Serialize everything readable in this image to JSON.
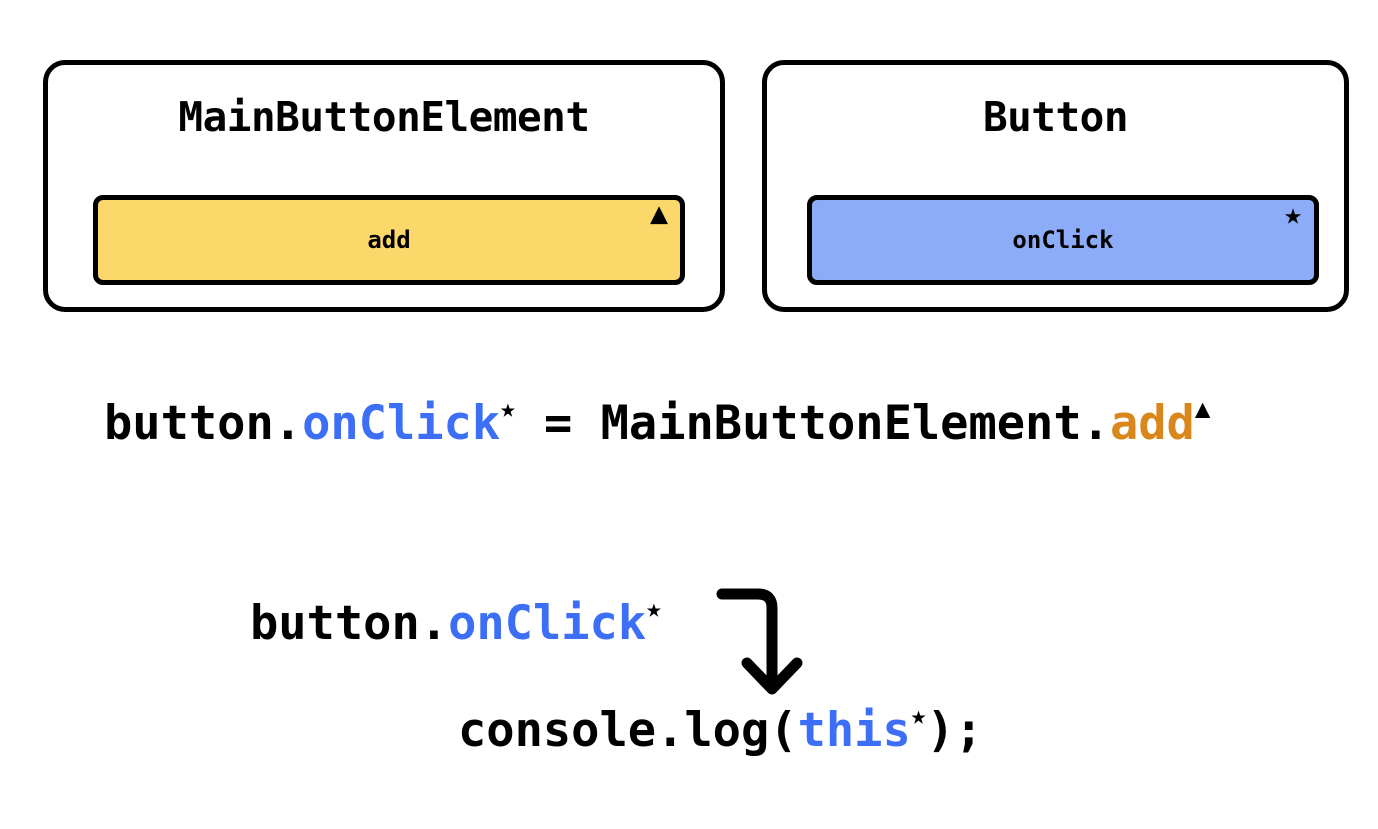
{
  "diagram": {
    "title": "this-binding assignment illustration",
    "colors": {
      "yellow_member": "#FBD869",
      "blue_member": "#8CACFA",
      "blue_token": "#3D6FF6",
      "orange_token": "#D9861A",
      "outline": "#000000",
      "background": "#ffffff"
    }
  },
  "cards": [
    {
      "id": "main-button-element",
      "title": "MainButtonElement",
      "member_label": "add",
      "marker_icon": "triangle-marker",
      "marker_glyph": "▲",
      "fill": "#FBD869"
    },
    {
      "id": "button",
      "title": "Button",
      "member_label": "onClick",
      "marker_icon": "star-marker",
      "marker_glyph": "★",
      "fill": "#8CACFA"
    }
  ],
  "code": {
    "assignment": {
      "lhs_object": "button",
      "lhs_dot": ".",
      "lhs_property": "onClick",
      "lhs_marker": "★",
      "operator": "=",
      "rhs_object": "MainButtonElement",
      "rhs_dot": ".",
      "rhs_property": "add",
      "rhs_marker": "▲"
    },
    "handler_ref": {
      "object": "button",
      "dot": ".",
      "property": "onClick",
      "marker": "★"
    },
    "body": {
      "call_prefix": "console.log(",
      "keyword": "this",
      "marker": "★",
      "call_suffix": ");"
    }
  },
  "arrow": {
    "name": "flow-arrow",
    "direction": "down"
  }
}
